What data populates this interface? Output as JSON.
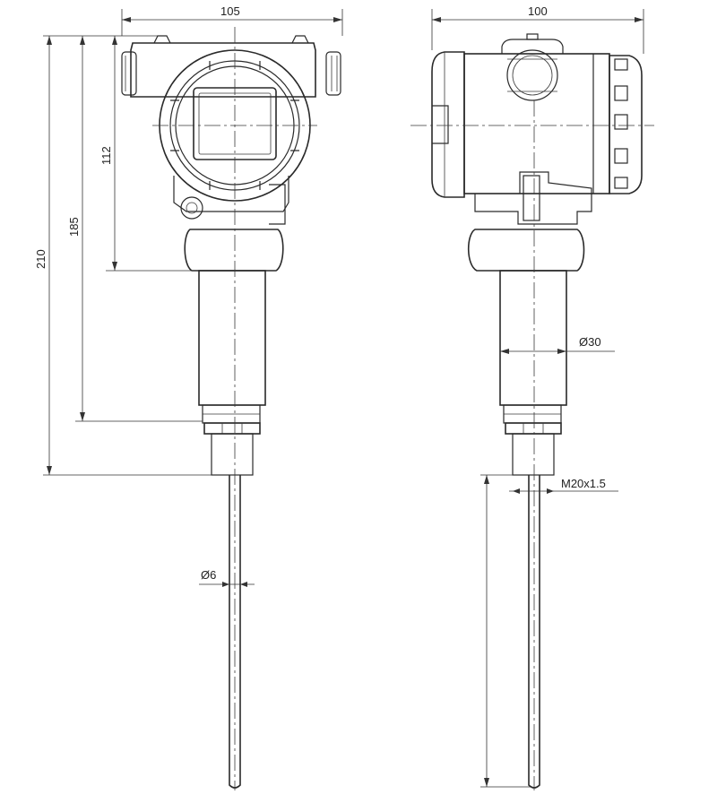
{
  "front_view": {
    "width_label": "105",
    "height_total_label": "210",
    "height_mid_label": "185",
    "height_head_label": "112",
    "probe_diameter_label": "Ø6"
  },
  "side_view": {
    "width_label": "100",
    "neck_diameter_label": "Ø30",
    "thread_label": "M20x1.5"
  }
}
